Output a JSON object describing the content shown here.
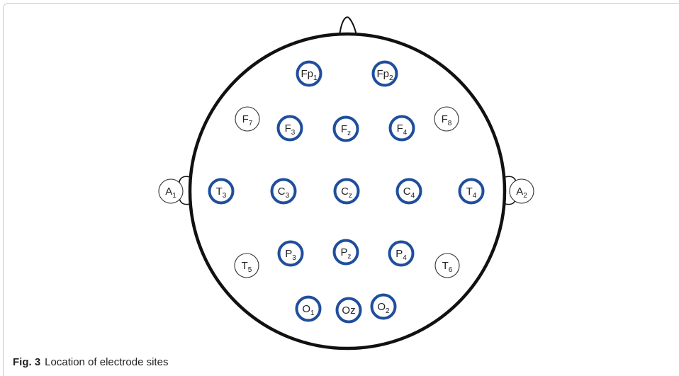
{
  "caption": {
    "label": "Fig. 3",
    "text": "Location of electrode sites"
  },
  "colors": {
    "outline": "#111111",
    "highlight": "#1f4e9c",
    "plain_stroke": "#333333",
    "text": "#222222"
  },
  "electrodes": [
    {
      "id": "Fp1",
      "base": "Fp",
      "sub": "1",
      "highlighted": true
    },
    {
      "id": "Fp2",
      "base": "Fp",
      "sub": "2",
      "highlighted": true
    },
    {
      "id": "F7",
      "base": "F",
      "sub": "7",
      "highlighted": false
    },
    {
      "id": "F3",
      "base": "F",
      "sub": "3",
      "highlighted": true
    },
    {
      "id": "Fz",
      "base": "F",
      "sub": "z",
      "highlighted": true
    },
    {
      "id": "F4",
      "base": "F",
      "sub": "4",
      "highlighted": true
    },
    {
      "id": "F8",
      "base": "F",
      "sub": "8",
      "highlighted": false
    },
    {
      "id": "A1",
      "base": "A",
      "sub": "1",
      "highlighted": false
    },
    {
      "id": "T3",
      "base": "T",
      "sub": "3",
      "highlighted": true
    },
    {
      "id": "C3",
      "base": "C",
      "sub": "3",
      "highlighted": true
    },
    {
      "id": "Cz",
      "base": "C",
      "sub": "z",
      "highlighted": true
    },
    {
      "id": "C4",
      "base": "C",
      "sub": "4",
      "highlighted": true
    },
    {
      "id": "T4",
      "base": "T",
      "sub": "4",
      "highlighted": true
    },
    {
      "id": "A2",
      "base": "A",
      "sub": "2",
      "highlighted": false
    },
    {
      "id": "T5",
      "base": "T",
      "sub": "5",
      "highlighted": false
    },
    {
      "id": "P3",
      "base": "P",
      "sub": "3",
      "highlighted": true
    },
    {
      "id": "Pz",
      "base": "P",
      "sub": "z",
      "highlighted": true
    },
    {
      "id": "P4",
      "base": "P",
      "sub": "4",
      "highlighted": true
    },
    {
      "id": "T6",
      "base": "T",
      "sub": "6",
      "highlighted": false
    },
    {
      "id": "O1",
      "base": "O",
      "sub": "1",
      "highlighted": true
    },
    {
      "id": "Oz",
      "base": "Oz",
      "sub": "",
      "highlighted": true
    },
    {
      "id": "O2",
      "base": "O",
      "sub": "2",
      "highlighted": true
    }
  ]
}
